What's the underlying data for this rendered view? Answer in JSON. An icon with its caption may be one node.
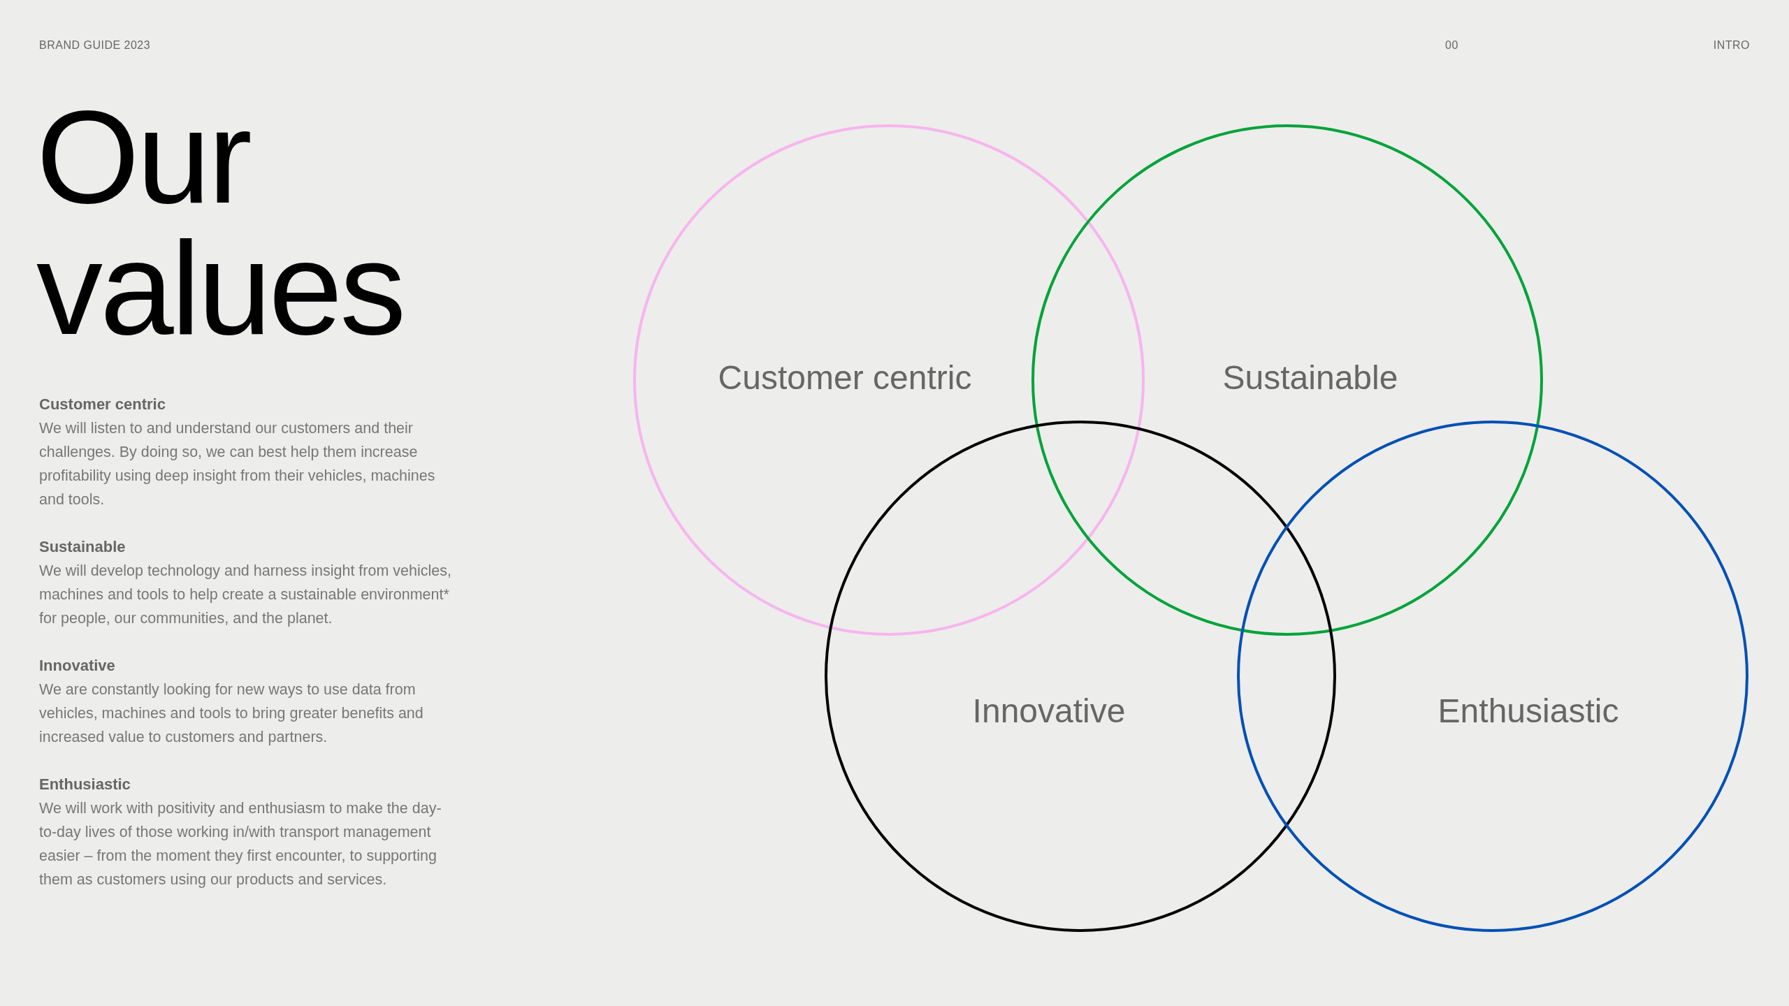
{
  "diagram": {
    "title": "Our values",
    "nodes": [
      {
        "text": [
          "Customer centric"
        ]
      },
      {
        "text": [
          "Sustainable"
        ]
      },
      {
        "text": [
          "Innovative"
        ]
      },
      {
        "text": [
          "Enthusiastic"
        ]
      }
    ],
    "edges": [],
    "labels": [
      "BRAND GUIDE 2023",
      "00",
      "INTRO",
      "Customer centric",
      "We will listen to and understand our customers and their challenges. By doing so, we can best help them increase profitability using deep insight from their vehicles, machines and tools.",
      "Sustainable",
      "We will develop technology and harness insight from vehicles, machines and tools to help create a sustainable environment* for people, our communities, and the planet.",
      "Innovative",
      "We are constantly looking for new ways to use data from vehicles, machines and tools to bring greater benefits and increased value to customers and partners.",
      "Enthusiastic",
      "We will work with positivity and enthusiasm to make the day-to-day lives of those working in/with transport management easier – from the moment they first encounter, to supporting them as customers using our products and services."
    ]
  }
}
